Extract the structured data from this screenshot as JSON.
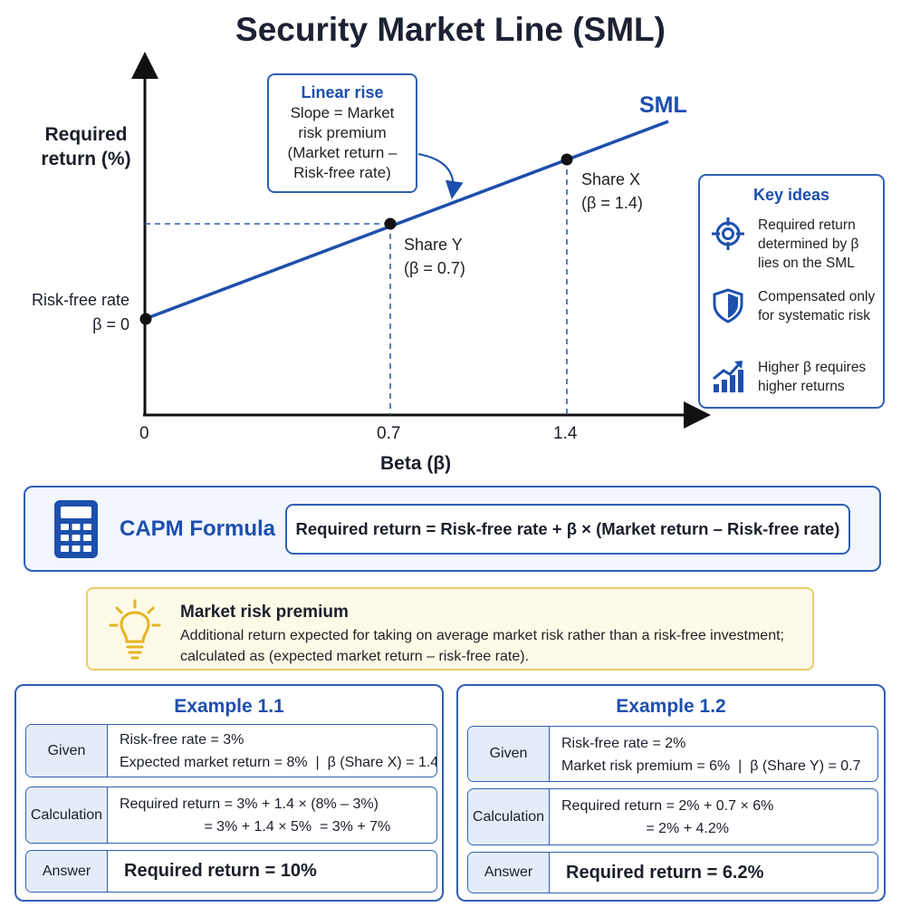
{
  "title": "Security Market Line (SML)",
  "chart_data": {
    "type": "line",
    "title": "Security Market Line (SML)",
    "xlabel": "Beta (β)",
    "ylabel": "Required return (%)",
    "x_ticks": [
      "0",
      "0.7",
      "1.4"
    ],
    "series": [
      {
        "name": "SML",
        "x": [
          0,
          0.7,
          1.4
        ],
        "y_description": "linear"
      }
    ],
    "points": [
      {
        "label": "Share Y",
        "beta_label": "(β = 0.7)",
        "beta": 0.7
      },
      {
        "label": "Share X",
        "beta_label": "(β = 1.4)",
        "beta": 1.4
      }
    ],
    "intercept_label": "Risk-free rate",
    "intercept_beta_label": "β = 0",
    "series_label": "SML",
    "line_color": "#1d4fad"
  },
  "callout": {
    "title": "Linear rise",
    "body": "Slope = Market\nrisk premium\n(Market return –\nRisk-free rate)"
  },
  "key_ideas": {
    "title": "Key ideas",
    "items": [
      {
        "icon": "target-icon",
        "text": "Required return determined by β lies on the SML"
      },
      {
        "icon": "shield-icon",
        "text": "Compensated only for systematic risk"
      },
      {
        "icon": "growth-chart-icon",
        "text": "Higher β requires higher returns"
      }
    ]
  },
  "capm": {
    "icon": "calculator-icon",
    "title": "CAPM Formula",
    "formula": "Required return  =  Risk-free rate + β × (Market return – Risk-free rate)"
  },
  "market_risk_premium": {
    "icon": "lightbulb-icon",
    "title": "Market risk premium",
    "text": "Additional return expected for taking on average market risk rather than a risk-free investment; calculated as (expected market return – risk-free rate)."
  },
  "examples": [
    {
      "title": "Example 1.1",
      "given_label": "Given",
      "given": "Risk-free rate = 3%\nExpected market return = 8%  |  β (Share X) = 1.4",
      "calc_label": "Calculation",
      "calc": "Required return = 3% + 1.4 × (8% – 3%)\n                     = 3% + 1.4 × 5%  = 3% + 7%",
      "answer_label": "Answer",
      "answer": "Required return = 10%"
    },
    {
      "title": "Example 1.2",
      "given_label": "Given",
      "given": "Risk-free rate = 2%\nMarket risk premium = 6%  |  β (Share Y) = 0.7",
      "calc_label": "Calculation",
      "calc": "Required return = 2% + 0.7 × 6%\n                     = 2% + 4.2%",
      "answer_label": "Answer",
      "answer": "Required return = 6.2%"
    }
  ]
}
